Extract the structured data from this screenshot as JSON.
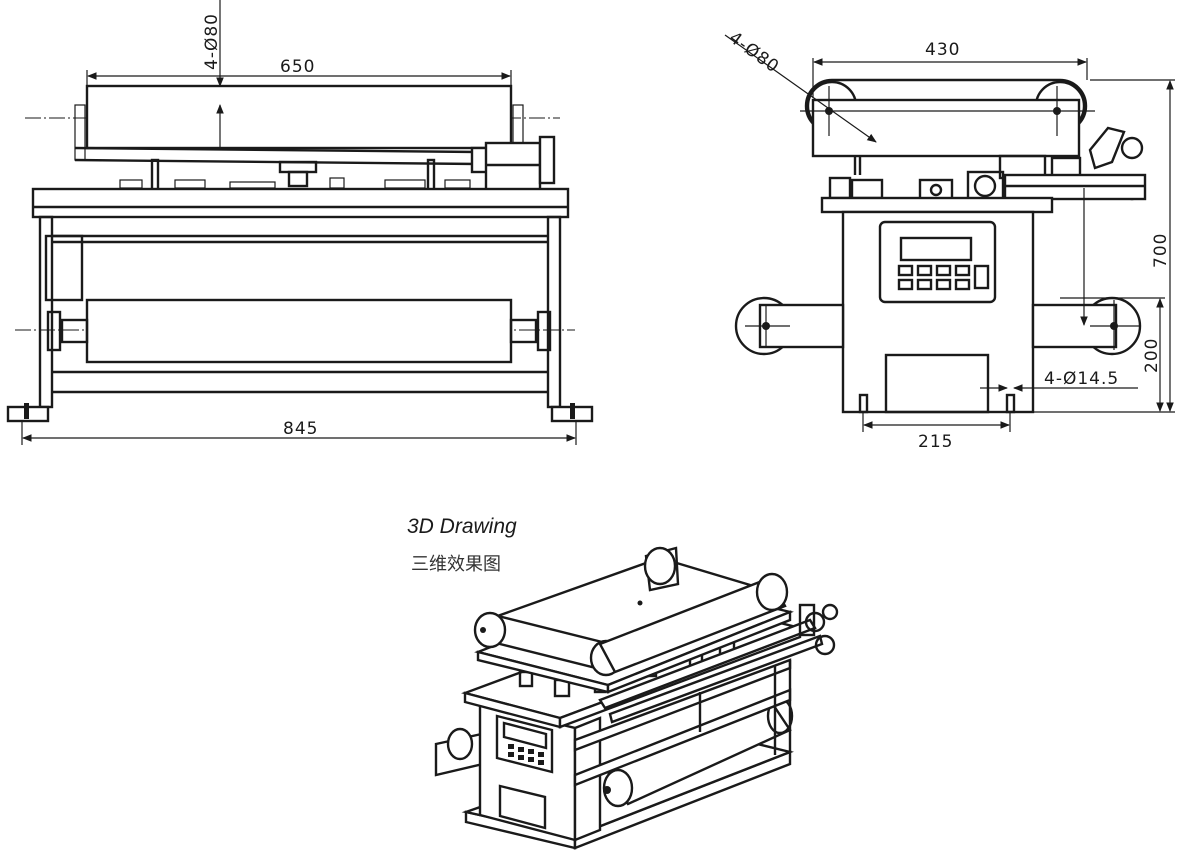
{
  "front_view": {
    "dim_roller": "4-Ø80",
    "dim_roller_length": "650",
    "dim_total_width": "845"
  },
  "side_view": {
    "dim_roller": "4-Ø80",
    "dim_depth": "430",
    "dim_height": "700",
    "dim_lower_height": "200",
    "dim_holes": "4-Ø14.5",
    "dim_base_width": "215"
  },
  "drawing_3d": {
    "title": "3D Drawing",
    "subtitle": "三维效果图"
  }
}
